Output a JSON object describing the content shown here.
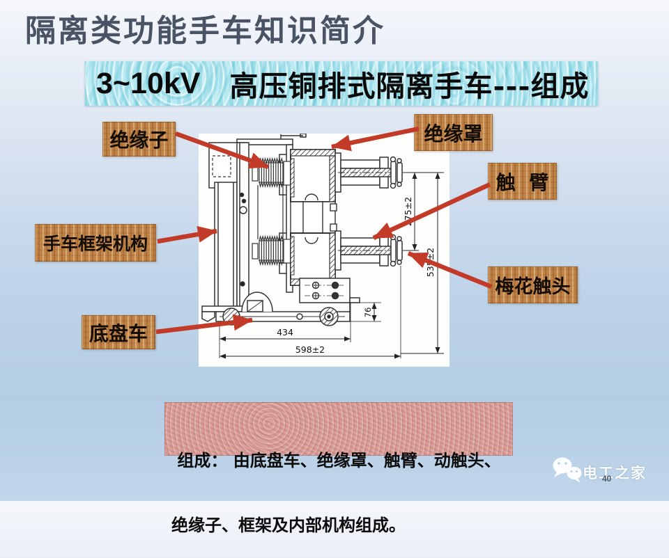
{
  "title": "隔离类功能手车知识简介",
  "header": {
    "voltage": "3~10kV",
    "subject": "高压铜排式隔离手车---组成"
  },
  "callouts": {
    "insulator": "绝缘子",
    "cover": "绝缘罩",
    "arm": "触  臂",
    "plum": "梅花触头",
    "frame": "手车框架机构",
    "chassis": "底盘车"
  },
  "dims": {
    "d275": "275±2",
    "d535": "535±2",
    "d76": "76",
    "d434": "434",
    "d598": "598±2"
  },
  "composition": {
    "line1": " 组成： 由底盘车、绝缘罩、触臂、动触头、",
    "line2": "绝缘子、框架及内部机构组成。"
  },
  "footer": {
    "brand": "电工之家",
    "page": "40"
  },
  "colors": {
    "arrow": "#c23b28",
    "wood_label_bg": "#c08448",
    "header_bg": "#abe3ec",
    "composition_bg": "#d89a94",
    "title_text": "#4a5364"
  }
}
